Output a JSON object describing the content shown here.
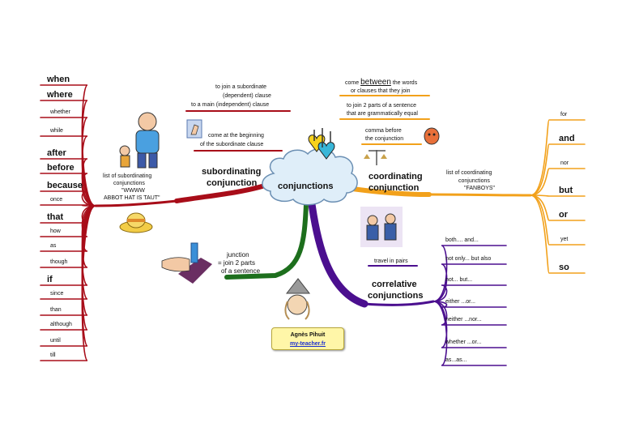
{
  "center": "conjunctions",
  "subordinating": {
    "title": [
      "subordinating",
      "conjunction"
    ],
    "note1": [
      "to join a subordinate",
      "(dependent) clause",
      "to a main (independent) clause"
    ],
    "note2": [
      "come at the beginning",
      "of the subordinate clause"
    ],
    "list_label": [
      "list of subordinating",
      "conjunctions",
      "\"WWWW",
      "ABBOT HAT IS TAUT\""
    ],
    "words": [
      "when",
      "where",
      "whether",
      "while",
      "after",
      "before",
      "because",
      "once",
      "that",
      "how",
      "as",
      "though",
      "if",
      "since",
      "than",
      "although",
      "until",
      "till"
    ]
  },
  "coordinating": {
    "title": [
      "coordinating",
      "conjunction"
    ],
    "note1": [
      "come",
      "between",
      "the words",
      "or clauses that they join"
    ],
    "note2": [
      "to join 2 parts of a sentence",
      "that are grammatically equal"
    ],
    "note3": [
      "comma before",
      "the conjunction"
    ],
    "list_label": [
      "list of coordinating",
      "conjunctions",
      "\"FANBOYS\""
    ],
    "words": [
      "for",
      "and",
      "nor",
      "but",
      "or",
      "yet",
      "so"
    ]
  },
  "correlative": {
    "title": [
      "correlative",
      "conjunctions"
    ],
    "note": "travel in pairs",
    "words": [
      "both.... and...",
      "not only... but also",
      "not... but...",
      "either ...or...",
      "neither ...nor...",
      "whether ...or...",
      "as...as..."
    ]
  },
  "junction": [
    "junction",
    "= join 2 parts",
    "of a sentence"
  ],
  "credit": {
    "name": "Agnès Pihuit",
    "site": "my-teacher.fr"
  },
  "colors": {
    "red": "#a80d19",
    "orange": "#f2a11b",
    "purple": "#4b0f8f",
    "green": "#1d6f1d",
    "cloud": "#dfeef9"
  }
}
